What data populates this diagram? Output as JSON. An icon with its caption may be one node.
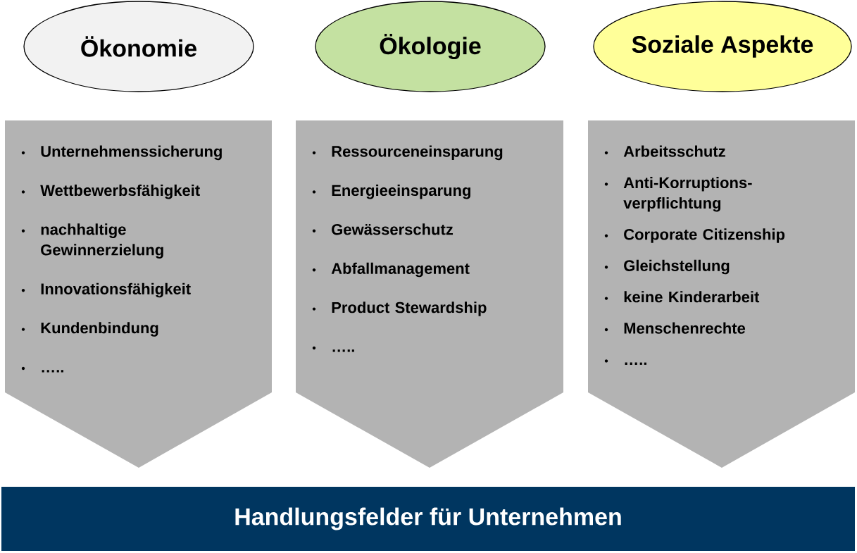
{
  "diagram": {
    "nodes": [
      {
        "text": [
          "Ökonomie"
        ]
      },
      {
        "text": [
          "Ökologie"
        ]
      },
      {
        "text": [
          "Soziale Aspekte"
        ]
      },
      {
        "text": [
          "Unternehmenssicherung",
          "Wettbewerbsfähigkeit",
          "nachhaltige Gewinnerzielung",
          "Innovationsfähigkeit",
          "Kundenbindung",
          "….."
        ]
      },
      {
        "text": [
          "Ressourceneinsparung",
          "Energieeinsparung",
          "Gewässerschutz",
          "Abfallmanagement",
          "Product Stewardship",
          "….."
        ]
      },
      {
        "text": [
          "Arbeitsschutz",
          "Anti-Korruptions- verpflichtung",
          "Corporate Citizenship",
          "Gleichstellung",
          "keine Kinderarbeit",
          "Menschenrechte",
          "….."
        ]
      },
      {
        "text": [
          "Handlungsfelder für Unternehmen"
        ]
      }
    ]
  }
}
